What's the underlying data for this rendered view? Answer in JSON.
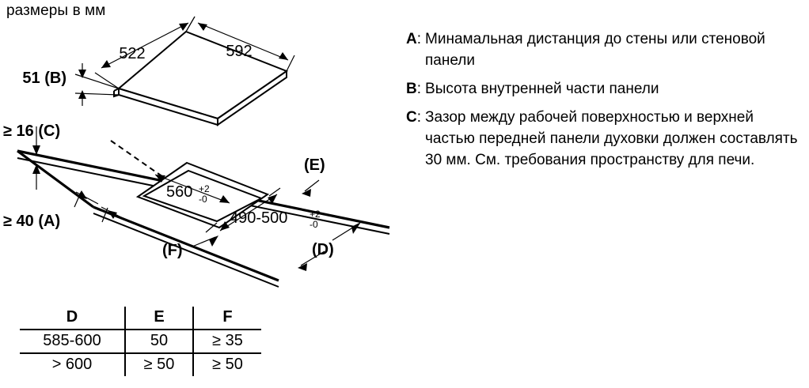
{
  "title": "размеры в мм",
  "diagram": {
    "cooktop_dims": {
      "depth": "522",
      "width": "592",
      "height_b": "51 (B)"
    },
    "clearance_labels": {
      "c": "≥ 16 (C)",
      "a": "≥ 40 (A)"
    },
    "cutout_dims": {
      "length_value": "560",
      "length_tol_plus": "+2",
      "length_tol_minus": "-0",
      "width_value": "490-500",
      "width_tol_plus": "+2",
      "width_tol_minus": "-0"
    },
    "callouts": {
      "e": "(E)",
      "d": "(D)",
      "f": "(F)"
    }
  },
  "legend": [
    {
      "key": "A",
      "text": "Минамальная дистанция до стены или стеновой панели"
    },
    {
      "key": "B",
      "text": "Высота внутренней части панели"
    },
    {
      "key": "C",
      "text": "Зазор между рабочей поверхностью и верхней частью передней панели духовки должен составлять 30 мм. См. требования пространству для печи."
    }
  ],
  "table": {
    "headers": [
      "D",
      "E",
      "F"
    ],
    "rows": [
      [
        "585-600",
        "50",
        "≥ 35"
      ],
      [
        "> 600",
        "≥ 50",
        "≥ 50"
      ]
    ]
  },
  "colors": {
    "ink": "#000000",
    "paper": "#ffffff"
  }
}
